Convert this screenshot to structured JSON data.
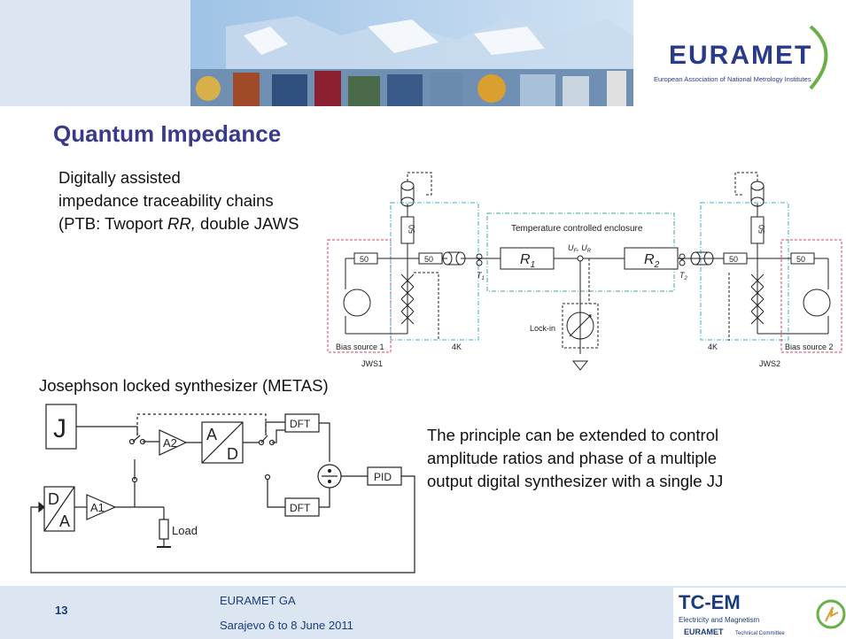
{
  "header": {
    "logo_text": "EURAMET",
    "logo_subtitle": "European Association of National Metrology Institutes"
  },
  "title": "Quantum Impedance",
  "jws_description": [
    "Digitally assisted",
    "impedance traceability chains",
    "(PTB: Twoport ",
    "RR,",
    " double JAWS"
  ],
  "jws_diagram": {
    "enclosure_label": "Temperature controlled enclosure",
    "r1": "R",
    "r1_sub": "1",
    "r2": "R",
    "r2_sub": "2",
    "uf": "U",
    "uf_sub": "F",
    "ur": "U",
    "ur_sub": "R",
    "t1": "T",
    "t1_sub": "1",
    "t2": "T",
    "t2_sub": "2",
    "lockin": "Lock-in",
    "bias1": "Bias source 1",
    "bias2": "Bias source 2",
    "temp_left": "4K",
    "temp_right": "4K",
    "jws1": "JWS1",
    "jws2": "JWS2",
    "res50": "50"
  },
  "metas_heading": "Josephson locked synthesizer (METAS)",
  "metas_diagram": {
    "j_label": "J",
    "a2": "A2",
    "a1": "A1",
    "ad_top": "A",
    "ad_bottom": "D",
    "da_top": "D",
    "da_bottom": "A",
    "dft_top": "DFT",
    "dft_bottom": "DFT",
    "divide": "÷",
    "pid": "PID",
    "load": "Load"
  },
  "principle_lines": [
    "The principle can be extended to control",
    "amplitude ratios and phase of a multiple",
    "output digital synthesizer with a single JJ"
  ],
  "footer": {
    "slide_number": "13",
    "line1": "EURAMET GA",
    "line2": "Sarajevo 6 to 8 June 2011",
    "tc_logo": "TC-EM",
    "tc_sub1": "Electricity and Magnetism",
    "tc_sub2": "EURAMET",
    "tc_sub3": "Technical Committee"
  },
  "colors": {
    "title": "#3a3a8c",
    "band": "#dce6f2",
    "bias_box": "#e0405a",
    "cryo_box": "#3ab0d0",
    "enclosure_box": "#3cae8a",
    "footer_text": "#1a3c7a"
  }
}
